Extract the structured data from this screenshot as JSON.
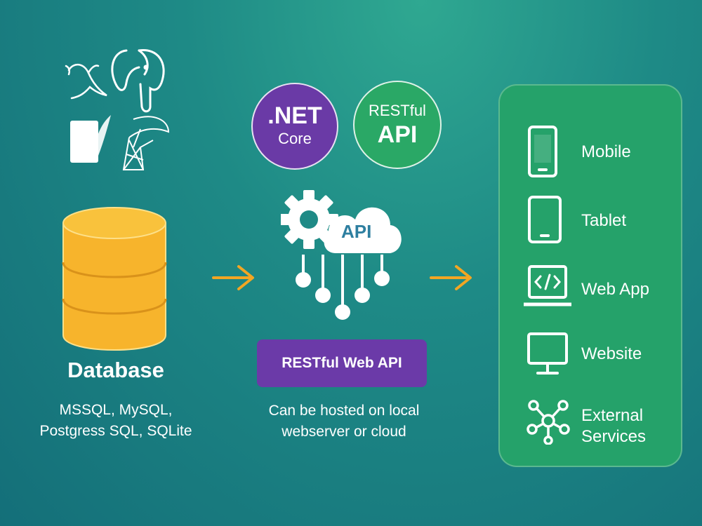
{
  "database": {
    "label": "Database",
    "subtitle_line1": "MSSQL, MySQL,",
    "subtitle_line2": "Postgress SQL, SQLite",
    "db_logos": [
      "mysql-dolphin-icon",
      "postgresql-elephant-icon",
      "sqlite-feather-icon",
      "mssql-icon"
    ],
    "cylinder_color": "#f7b42c"
  },
  "api": {
    "net_line1": ".NET",
    "net_line2": "Core",
    "rest_line1": "RESTful",
    "rest_line2": "API",
    "cloud_label": "API",
    "banner": "RESTful Web API",
    "hosting_line1": "Can be hosted on local",
    "hosting_line2": "webserver or cloud",
    "net_color": "#6a3aa6",
    "rest_color": "#2aa866"
  },
  "arrows": {
    "color": "#f2a623"
  },
  "clients": {
    "panel_color": "#25a26a",
    "items": [
      {
        "icon": "mobile-icon",
        "label": "Mobile"
      },
      {
        "icon": "tablet-icon",
        "label": "Tablet"
      },
      {
        "icon": "laptop-code-icon",
        "label": "Web App"
      },
      {
        "icon": "monitor-icon",
        "label": "Website"
      },
      {
        "icon": "network-hub-icon",
        "label_line1": "External",
        "label_line2": "Services"
      }
    ]
  }
}
